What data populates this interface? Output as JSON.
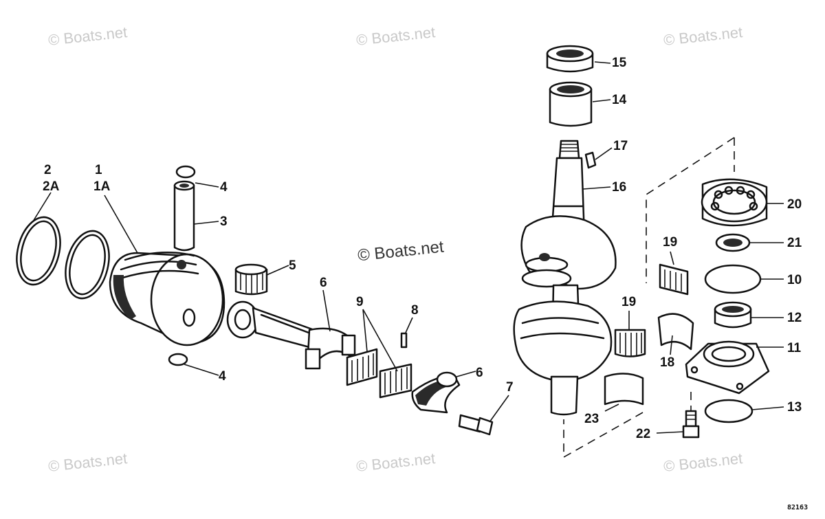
{
  "watermark": "© Boats.net",
  "diagram_code": "82163",
  "callouts": {
    "c1": "1",
    "c1a": "1A",
    "c2": "2",
    "c2a": "2A",
    "c3": "3",
    "c4a": "4",
    "c4b": "4",
    "c5": "5",
    "c6a": "6",
    "c6b": "6",
    "c7": "7",
    "c8": "8",
    "c9": "9",
    "c10": "10",
    "c11": "11",
    "c12": "12",
    "c13": "13",
    "c14": "14",
    "c15": "15",
    "c16": "16",
    "c17": "17",
    "c18": "18",
    "c19a": "19",
    "c19b": "19",
    "c20": "20",
    "c21": "21",
    "c22": "22",
    "c23": "23"
  }
}
